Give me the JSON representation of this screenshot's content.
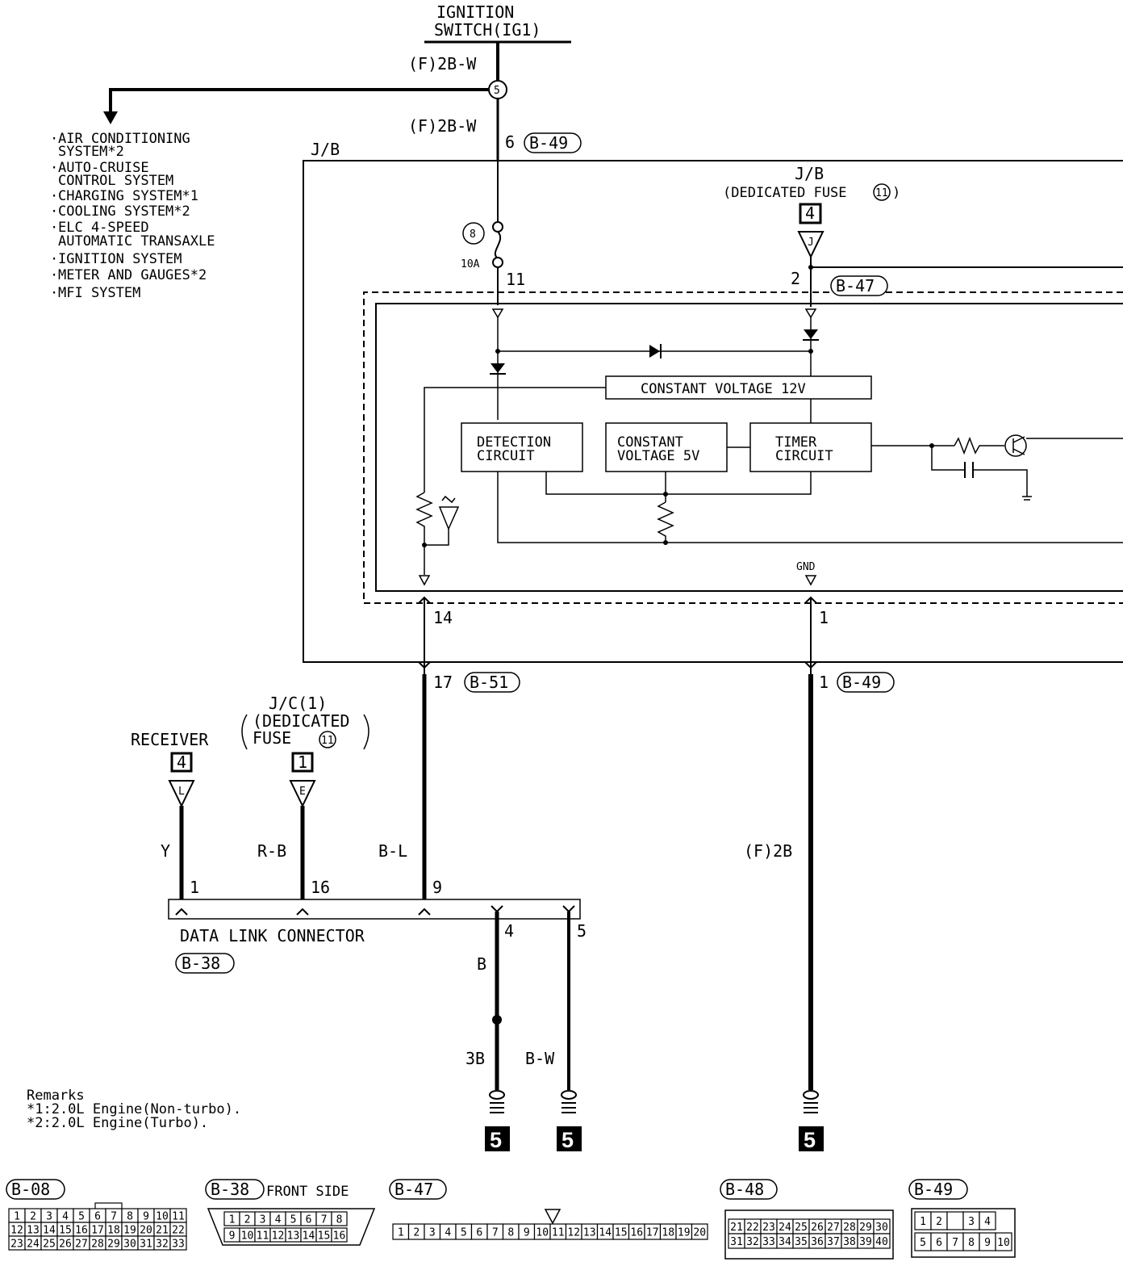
{
  "ignition": {
    "line1": "IGNITION",
    "line2": "SWITCH(IG1)"
  },
  "wire_top_1": "(F)2B-W",
  "wire_top_2": "(F)2B-W",
  "node_5": "5",
  "systems": [
    "AIR CONDITIONING",
    "SYSTEM*2",
    "AUTO-CRUISE",
    "CONTROL SYSTEM",
    "CHARGING SYSTEM*1",
    "COOLING SYSTEM*2",
    "ELC 4-SPEED",
    "AUTOMATIC TRANSAXLE",
    "IGNITION SYSTEM",
    "METER AND GAUGES*2",
    "MFI SYSTEM"
  ],
  "jb": {
    "label": "J/B",
    "pin_6": "6",
    "conn_b49_top": "B-49",
    "fuse_no": "8",
    "fuse_amp": "10A",
    "pin_11": "11",
    "ded_label": "J/B",
    "ded_fuse": "(DEDICATED FUSE",
    "ded_fuse_no": "11",
    "ded_box": "4",
    "ded_letter": "J",
    "pin_2": "2",
    "conn_b47": "B-47",
    "pin_14": "14",
    "pin_1": "1",
    "gnd": "GND"
  },
  "blocks": {
    "cv12": "CONSTANT VOLTAGE 12V",
    "det1": "DETECTION",
    "det2": "CIRCUIT",
    "cv5a": "CONSTANT",
    "cv5b": "VOLTAGE 5V",
    "tim1": "TIMER",
    "tim2": "CIRCUIT"
  },
  "lower": {
    "pin_17": "17",
    "conn_b51": "B-51",
    "pin_1b": "1",
    "conn_b49b": "B-49",
    "jc1": "J/C(1)",
    "jc2": "(DEDICATED",
    "jc3": "FUSE",
    "jc_fuse_no": "11",
    "receiver": "RECEIVER",
    "box_4": "4",
    "box_1": "1",
    "letter_l": "L",
    "letter_e": "E",
    "w_y": "Y",
    "w_rb": "R-B",
    "w_bl": "B-L",
    "w_f2b": "(F)2B",
    "p1": "1",
    "p16": "16",
    "p9": "9",
    "p4": "4",
    "p5": "5",
    "dlc": "DATA LINK CONNECTOR",
    "conn_b38": "B-38",
    "w_b": "B",
    "w_3b": "3B",
    "w_bw": "B-W",
    "g1": "5",
    "g2": "5",
    "g3": "5"
  },
  "remarks": {
    "title": "Remarks",
    "r1": "*1:2.0L Engine(Non-turbo).",
    "r2": "*2:2.0L Engine(Turbo)."
  },
  "connectors": {
    "b08": {
      "name": "B-08",
      "row1": [
        "1",
        "2",
        "3",
        "4",
        "5",
        "6",
        "7",
        "8",
        "9",
        "10",
        "11"
      ],
      "row2": [
        "12",
        "13",
        "14",
        "15",
        "16",
        "17",
        "18",
        "19",
        "20",
        "21",
        "22"
      ],
      "row3": [
        "23",
        "24",
        "25",
        "26",
        "27",
        "28",
        "29",
        "30",
        "31",
        "32",
        "33"
      ]
    },
    "b38": {
      "name": "B-38",
      "side": "FRONT SIDE",
      "row1": [
        "1",
        "2",
        "3",
        "4",
        "5",
        "6",
        "7",
        "8"
      ],
      "row2": [
        "9",
        "10",
        "11",
        "12",
        "13",
        "14",
        "15",
        "16"
      ]
    },
    "b47": {
      "name": "B-47",
      "row1": [
        "1",
        "2",
        "3",
        "4",
        "5",
        "6",
        "7",
        "8",
        "9",
        "10",
        "11",
        "12",
        "13",
        "14",
        "15",
        "16",
        "17",
        "18",
        "19",
        "20"
      ]
    },
    "b48": {
      "name": "B-48",
      "row1": [
        "21",
        "22",
        "23",
        "24",
        "25",
        "26",
        "27",
        "28",
        "29",
        "30"
      ],
      "row2": [
        "31",
        "32",
        "33",
        "34",
        "35",
        "36",
        "37",
        "38",
        "39",
        "40"
      ]
    },
    "b49": {
      "name": "B-49",
      "row1": [
        "1",
        "2",
        "",
        "3",
        "4"
      ],
      "row2": [
        "5",
        "6",
        "7",
        "8",
        "9",
        "10"
      ]
    }
  }
}
